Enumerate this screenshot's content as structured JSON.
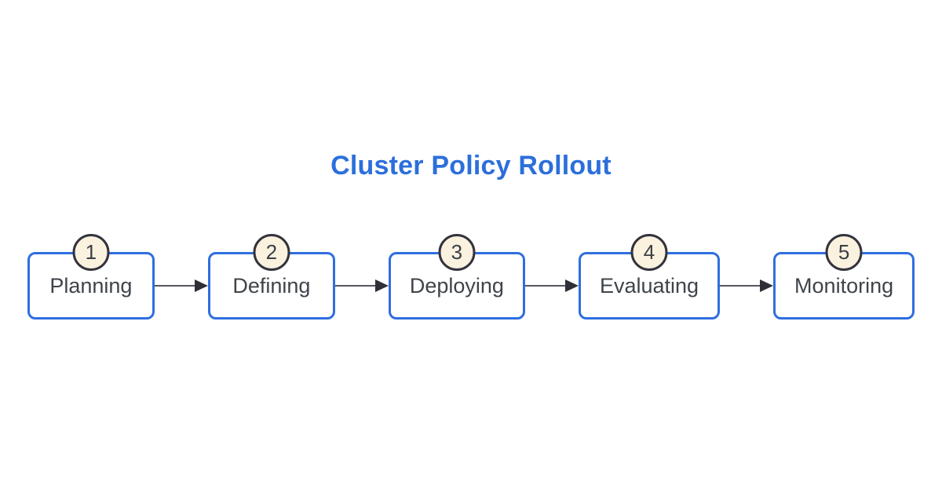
{
  "title": "Cluster Policy Rollout",
  "steps": [
    {
      "number": "1",
      "label": "Planning"
    },
    {
      "number": "2",
      "label": "Defining"
    },
    {
      "number": "3",
      "label": "Deploying"
    },
    {
      "number": "4",
      "label": "Evaluating"
    },
    {
      "number": "5",
      "label": "Monitoring"
    }
  ],
  "colors": {
    "background": "#ffffff",
    "title_text": "#2c6fdb",
    "box_border": "#2f6ee0",
    "box_fill": "#ffffff",
    "box_label_text": "#3f444b",
    "badge_fill": "#faf2df",
    "badge_border": "#33333d",
    "badge_number_text": "#3a3f46",
    "arrow_line": "#56565e",
    "arrow_head": "#2f2f38"
  }
}
